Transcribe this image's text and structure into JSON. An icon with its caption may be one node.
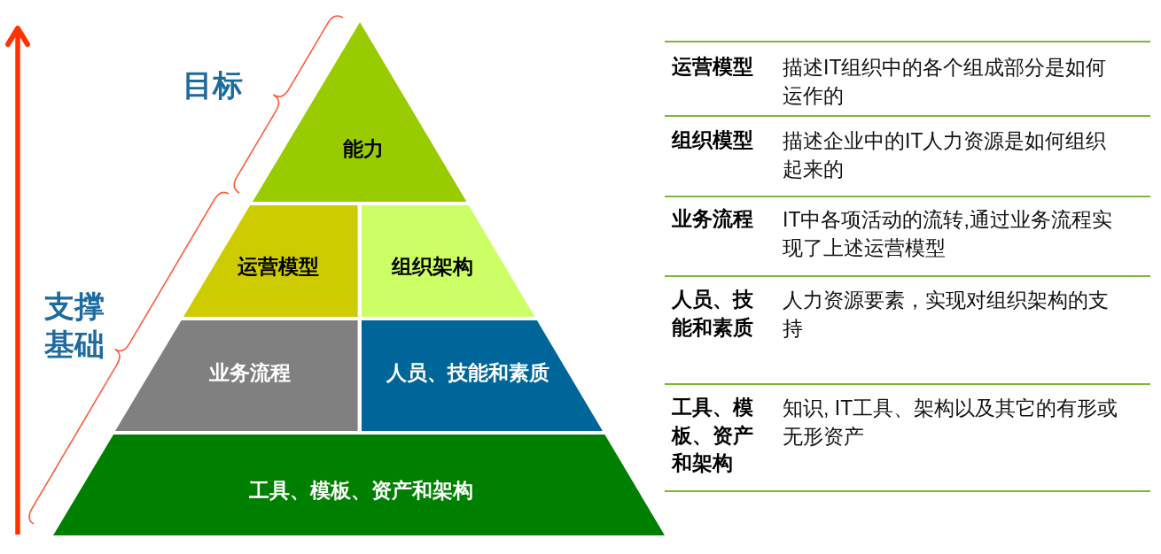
{
  "diagram": {
    "nodes": [
      {
        "text": [
          "能力"
        ]
      },
      {
        "text": [
          "运营模型"
        ]
      },
      {
        "text": [
          "组织架构"
        ]
      },
      {
        "text": [
          "业务流程"
        ]
      },
      {
        "text": [
          "人员、技能和素质"
        ]
      },
      {
        "text": [
          "工具、模板、资产和架构"
        ]
      }
    ],
    "labels": [
      "目标",
      "支撑基础",
      "运营模型",
      "描述IT组织中的各个组成部分是如何运作的",
      "组织模型",
      "描述企业中的IT人力资源是如何组织起来的",
      "业务流程",
      "IT中各项活动的流转,通过业务流程实现了上述运营模型",
      "人员、技能和素质",
      "人力资源要素，实现对组织架构的支持",
      "工具、模板、资产和架构",
      "知识, IT工具、架构以及其它的有形或无形资产"
    ]
  }
}
